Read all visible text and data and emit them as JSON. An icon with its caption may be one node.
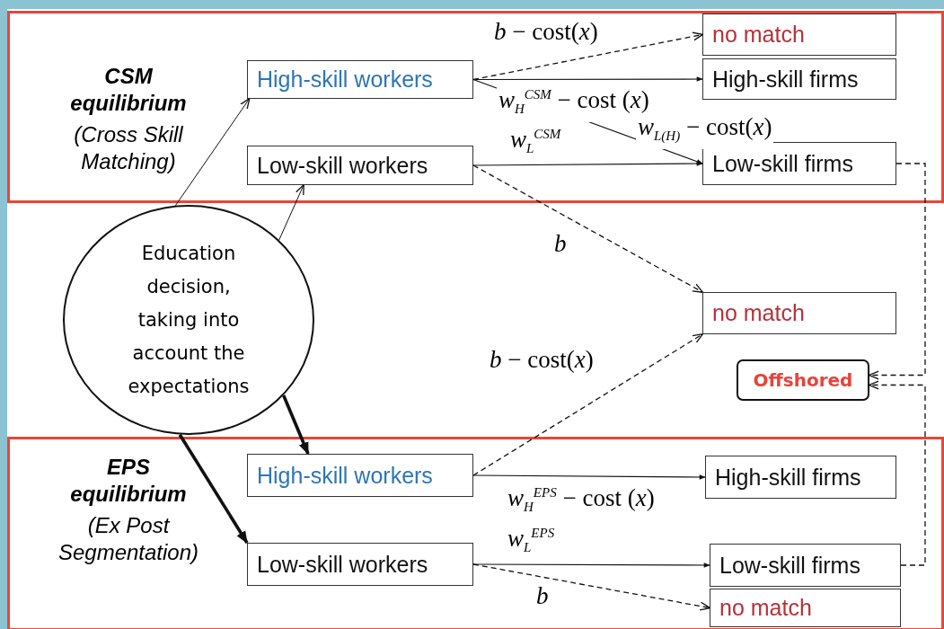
{
  "diagram": {
    "nodes": [
      {
        "text": [
          "CSM equilibrium",
          "(Cross Skill Matching)"
        ]
      },
      {
        "text": [
          "High-skill workers"
        ],
        "in": 0
      },
      {
        "text": [
          "Low-skill workers"
        ],
        "in": 0
      },
      {
        "text": [
          "no match"
        ],
        "in": 0
      },
      {
        "text": [
          "High-skill firms"
        ],
        "in": 0
      },
      {
        "text": [
          "Low-skill firms"
        ],
        "in": 0
      },
      {
        "text": [
          "Education decision, taking into account the expectations"
        ]
      },
      {
        "text": [
          "no match"
        ]
      },
      {
        "text": [
          "Offshored"
        ]
      },
      {
        "text": [
          "EPS equilibrium",
          "(Ex Post Segmentation)"
        ]
      },
      {
        "text": [
          "High-skill workers"
        ],
        "in": 9
      },
      {
        "text": [
          "Low-skill workers"
        ],
        "in": 9
      },
      {
        "text": [
          "High-skill firms"
        ],
        "in": 9
      },
      {
        "text": [
          "Low-skill firms"
        ],
        "in": 9
      },
      {
        "text": [
          "no match"
        ],
        "in": 9
      }
    ],
    "edges": [
      {
        "from": 6,
        "to": 1,
        "arrow": "to"
      },
      {
        "from": 6,
        "to": 2,
        "arrow": "to"
      },
      {
        "from": 6,
        "to": 10,
        "arrow": "to",
        "style": "thick"
      },
      {
        "from": 6,
        "to": 11,
        "arrow": "to",
        "style": "thick"
      },
      {
        "from": 1,
        "to": 3,
        "arrow": "to",
        "style": "dashed",
        "label": "*b* − cost(*x*)"
      },
      {
        "from": 1,
        "to": 4,
        "arrow": "to",
        "label": "*w*$_{H}$$^{CSM}$ − cost (*x*)"
      },
      {
        "from": 1,
        "to": 5,
        "arrow": "to",
        "label": "*w*$_{L(H)}$ − cost(*x*)"
      },
      {
        "from": 2,
        "to": 5,
        "arrow": "to",
        "label": "*w*$_{L}$$^{CSM}$"
      },
      {
        "from": 2,
        "to": 7,
        "arrow": "to",
        "style": "dashed",
        "label": "*b*"
      },
      {
        "from": 10,
        "to": 7,
        "arrow": "to",
        "style": "dashed",
        "label": "*b* − cost(*x*)"
      },
      {
        "from": 10,
        "to": 12,
        "arrow": "to",
        "label": "*w*$_{H}$$^{EPS}$ − cost (*x*)"
      },
      {
        "from": 11,
        "to": 13,
        "arrow": "to",
        "label": "*w*$_{L}$$^{EPS}$"
      },
      {
        "from": 11,
        "to": 14,
        "arrow": "to",
        "style": "dashed",
        "label": "*b*"
      },
      {
        "from": 5,
        "to": 8,
        "arrow": "to",
        "style": "dashed"
      },
      {
        "from": 13,
        "to": 8,
        "arrow": "to",
        "style": "dashed"
      }
    ]
  }
}
